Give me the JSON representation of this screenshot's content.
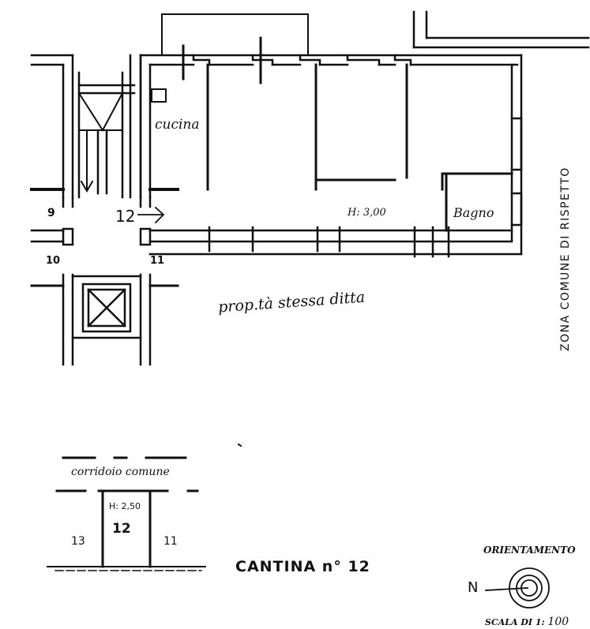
{
  "rooms": {
    "cucina": "cucina",
    "bagno": "Bagno",
    "height_main": "H: 3,00",
    "neighbour": "prop.tà stessa ditta",
    "zona_comune": "ZONA COMUNE DI RISPETTO"
  },
  "units": {
    "u9": "9",
    "u10": "10",
    "u11": "11",
    "u12": "12"
  },
  "cellar": {
    "corridor": "corridoio comune",
    "height": "H: 2,50",
    "number": "12",
    "left_neighbour": "13",
    "right_neighbour": "11",
    "title": "CANTINA n° 12"
  },
  "legend": {
    "orientation": "ORIENTAMENTO",
    "north": "N",
    "scale_prefix": "SCALA DI 1:",
    "scale_value": "100"
  }
}
